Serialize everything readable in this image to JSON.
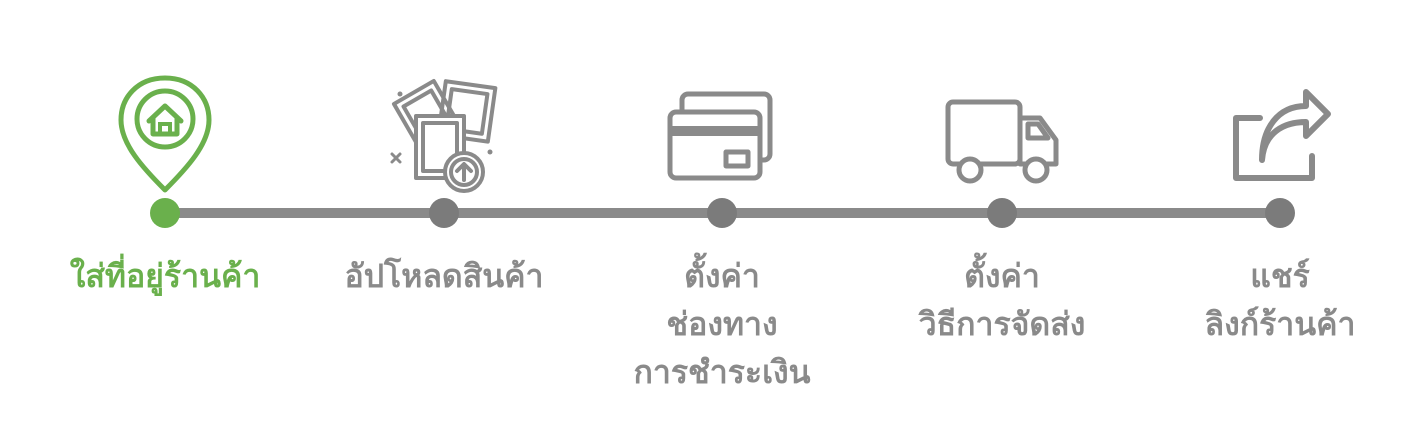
{
  "colors": {
    "active": "#6ab04c",
    "inactive": "#8a8a8a",
    "line": "#8a8a8a"
  },
  "steps": [
    {
      "icon": "store-location-pin-icon",
      "state": "active",
      "lines": [
        "ใส่ที่อยู่ร้านค้า"
      ]
    },
    {
      "icon": "upload-photos-icon",
      "state": "inactive",
      "lines": [
        "อัปโหลดสินค้า"
      ]
    },
    {
      "icon": "credit-card-icon",
      "state": "inactive",
      "lines": [
        "ตั้งค่า",
        "ช่องทาง",
        "การชำระเงิน"
      ]
    },
    {
      "icon": "delivery-truck-icon",
      "state": "inactive",
      "lines": [
        "ตั้งค่า",
        "วิธีการจัดส่ง"
      ]
    },
    {
      "icon": "share-icon",
      "state": "inactive",
      "lines": [
        "แชร์",
        "ลิงก์ร้านค้า"
      ]
    }
  ]
}
